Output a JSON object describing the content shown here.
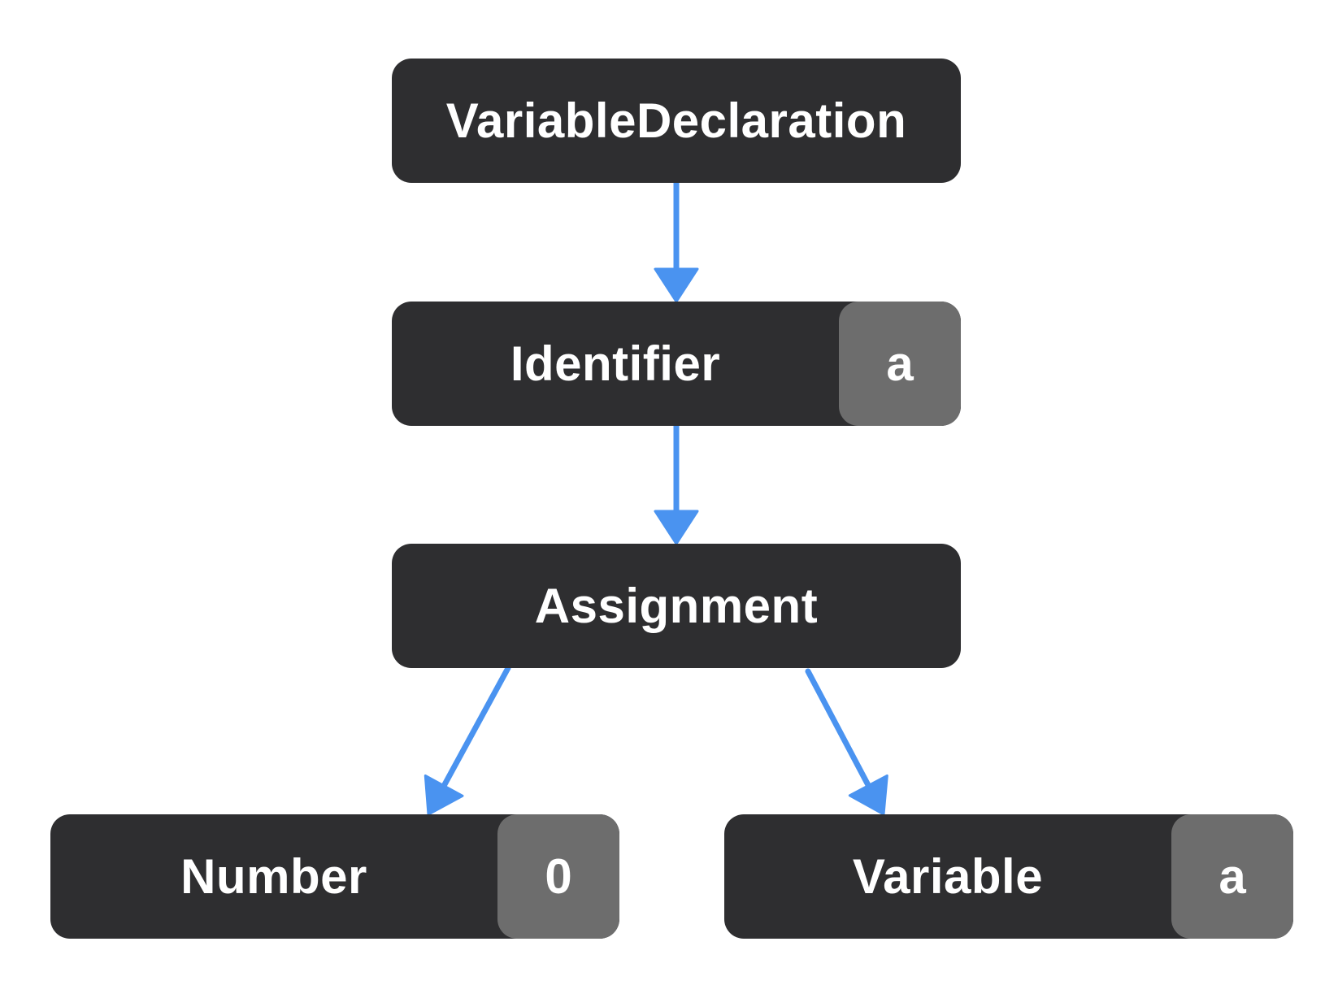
{
  "colors": {
    "node_fill": "#2e2e30",
    "value_fill": "#6d6d6d",
    "text": "#ffffff",
    "edge": "#4a93f0"
  },
  "nodes": {
    "variable_declaration": {
      "label": "VariableDeclaration"
    },
    "identifier": {
      "label": "Identifier",
      "value": "a"
    },
    "assignment": {
      "label": "Assignment"
    },
    "number": {
      "label": "Number",
      "value": "0"
    },
    "variable": {
      "label": "Variable",
      "value": "a"
    }
  },
  "edges": [
    {
      "from": "variable_declaration",
      "to": "identifier"
    },
    {
      "from": "identifier",
      "to": "assignment"
    },
    {
      "from": "assignment",
      "to": "number"
    },
    {
      "from": "assignment",
      "to": "variable"
    }
  ]
}
